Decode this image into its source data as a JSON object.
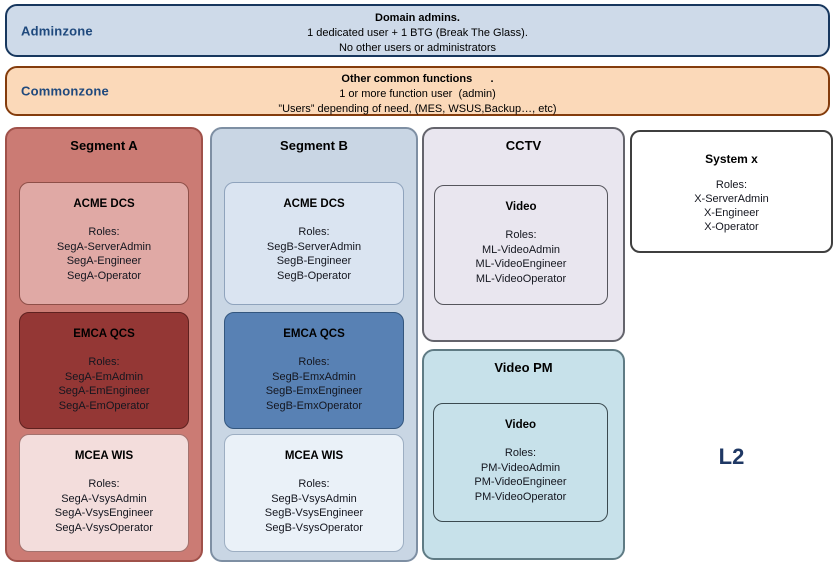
{
  "colors": {
    "adminzone_fill": "#CEDAE9",
    "adminzone_border": "#17375E",
    "commonzone_fill": "#FBD9B9",
    "commonzone_border": "#843C0C",
    "zone_label_text": "#1F497D",
    "segment_a_fill": "#CB7B74",
    "segment_a_box1_fill": "#E0A9A5",
    "segment_a_box2_fill": "#943735",
    "segment_a_box3_fill": "#F3DDDC",
    "segment_b_fill": "#C9D6E4",
    "segment_b_box1_fill": "#DAE4F1",
    "segment_b_box2_fill": "#5881B4",
    "segment_b_box3_fill": "#EAF1F8",
    "cctv_fill": "#E9E6EF",
    "video_pm_fill": "#C7E1EA",
    "system_x_fill": "#FFFFFF",
    "level_label_text": "#1F3864"
  },
  "bands": [
    {
      "label": "Adminzone",
      "title": "Domain admins.",
      "lines": [
        "1 dedicated user + 1 BTG (Break The Glass).",
        "No other users or administrators"
      ]
    },
    {
      "label": "Commonzone",
      "title": "Other common functions      .",
      "lines": [
        "1 or more function user  (admin)",
        "”Users” depending of need, (MES, WSUS,Backup…, etc)"
      ]
    }
  ],
  "columns": [
    {
      "title": "Segment A",
      "boxes": [
        {
          "title": "ACME DCS",
          "roles_label": "Roles:",
          "roles": [
            "SegA-ServerAdmin",
            "SegA-Engineer",
            "SegA-Operator"
          ]
        },
        {
          "title": "EMCA QCS",
          "roles_label": "Roles:",
          "roles": [
            "SegA-EmAdmin",
            "SegA-EmEngineer",
            "SegA-EmOperator"
          ]
        },
        {
          "title": "MCEA WIS",
          "roles_label": "Roles:",
          "roles": [
            "SegA-VsysAdmin",
            "SegA-VsysEngineer",
            "SegA-VsysOperator"
          ]
        }
      ]
    },
    {
      "title": "Segment B",
      "boxes": [
        {
          "title": "ACME DCS",
          "roles_label": "Roles:",
          "roles": [
            "SegB-ServerAdmin",
            "SegB-Engineer",
            "SegB-Operator"
          ]
        },
        {
          "title": "EMCA QCS",
          "roles_label": "Roles:",
          "roles": [
            "SegB-EmxAdmin",
            "SegB-EmxEngineer",
            "SegB-EmxOperator"
          ]
        },
        {
          "title": "MCEA WIS",
          "roles_label": "Roles:",
          "roles": [
            "SegB-VsysAdmin",
            "SegB-VsysEngineer",
            "SegB-VsysOperator"
          ]
        }
      ]
    },
    {
      "title": "CCTV",
      "boxes": [
        {
          "title": "Video",
          "roles_label": "Roles:",
          "roles": [
            "ML-VideoAdmin",
            "ML-VideoEngineer",
            "ML-VideoOperator"
          ]
        }
      ]
    },
    {
      "title": "Video PM",
      "boxes": [
        {
          "title": "Video",
          "roles_label": "Roles:",
          "roles": [
            "PM-VideoAdmin",
            "PM-VideoEngineer",
            "PM-VideoOperator"
          ]
        }
      ]
    },
    {
      "title": "System x",
      "roles_label": "Roles:",
      "roles": [
        "X-ServerAdmin",
        "X-Engineer",
        "X-Operator"
      ]
    }
  ],
  "level_label": "L2"
}
